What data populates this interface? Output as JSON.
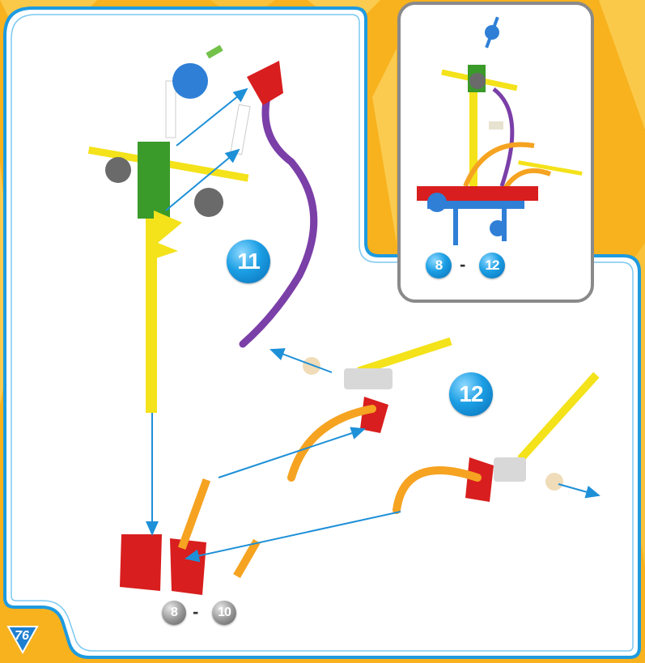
{
  "steps": {
    "step_11": "11",
    "step_12": "12"
  },
  "inset_range": {
    "from": "8",
    "dash": "-",
    "to": "12"
  },
  "reference_range": {
    "from": "8",
    "dash": "-",
    "to": "10"
  },
  "page_number": "76",
  "colors": {
    "background": "#f7b21e",
    "panel_border": "#1e9be0",
    "arrow": "#1e90d8",
    "yellow_rod": "#f4e21a",
    "purple_rod": "#7b3fa8",
    "orange_rod": "#f5a321",
    "red_connector": "#d81e1e",
    "green_connector": "#3a9a2a",
    "blue_connector": "#2f7fd6",
    "gray_gear": "#6a6a6a"
  }
}
